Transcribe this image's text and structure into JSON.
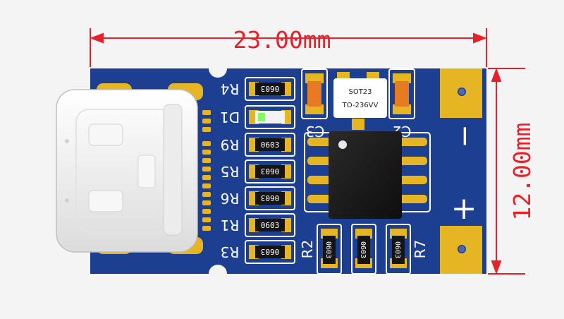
{
  "dimensions": {
    "width_label": "23.00mm",
    "height_label": "12.00mm",
    "color": "#e8202a"
  },
  "board": {
    "color": "#1d3f92",
    "pad_color": "#e5b523",
    "silk_color": "#ffffff"
  },
  "designators": {
    "r4": "R4",
    "d1": "D1",
    "r9": "R9",
    "r5": "R5",
    "r6": "R6",
    "r1": "R1",
    "r3": "R3",
    "c3": "C3",
    "c2": "C2",
    "r2": "R2",
    "r7": "R7"
  },
  "resistor_marking": "0603",
  "sot23": {
    "line1": "SOT23",
    "line2": "TO-236VV"
  },
  "polarity": {
    "minus": "−",
    "plus": "+"
  },
  "component_colors": {
    "capacitor": "#e87b22",
    "led": "#7dff5a",
    "ic": "#161616",
    "usb": "#f2f2f2"
  }
}
